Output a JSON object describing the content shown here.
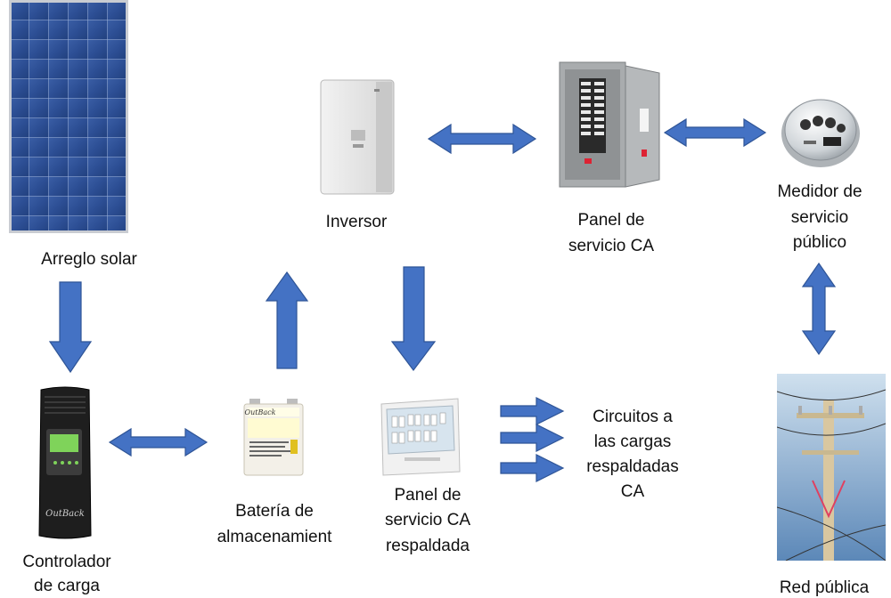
{
  "labels": {
    "solar_array": "Arreglo solar",
    "inverter": "Inversor",
    "ac_panel_line1": "Panel de",
    "ac_panel_line2": "servicio CA",
    "meter_line1": "Medidor de",
    "meter_line2": "servicio",
    "meter_line3": "público",
    "controller_line1": "Controlador",
    "controller_line2": "de carga",
    "battery_line1": "Batería de",
    "battery_line2": "almacenamient",
    "backup_panel_line1": "Panel de",
    "backup_panel_line2": "servicio CA",
    "backup_panel_line3": "respaldada",
    "circuits_line1": "Circuitos a",
    "circuits_line2": "las cargas",
    "circuits_line3": "respaldadas",
    "circuits_line4": "CA",
    "grid": "Red pública"
  },
  "images": {
    "controller_brand": "OutBack",
    "battery_brand": "OutBack"
  },
  "colors": {
    "arrow_fill": "#4472c4",
    "arrow_stroke": "#2f5597"
  }
}
